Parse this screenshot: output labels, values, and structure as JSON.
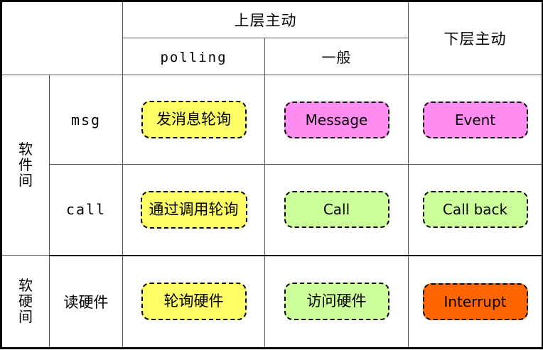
{
  "colors": {
    "header_blue": "#4a7ebb",
    "label_gray": "#b3b3b3",
    "yellow": "#ffff66",
    "pink": "#ff8cf0",
    "green": "#ccff99",
    "orange": "#ff6600",
    "border": "#000000"
  },
  "header": {
    "corner": "",
    "top_group": "上层主动",
    "right_group": "下层主动",
    "sub_columns": [
      "polling",
      "一般"
    ]
  },
  "row_groups": [
    {
      "group_label": "软件间",
      "group_label_chars": [
        "软",
        "件",
        "间"
      ],
      "rows": [
        {
          "row_label": "msg",
          "cells": [
            {
              "text": "发消息轮询",
              "color": "yellow",
              "script": "cjk"
            },
            {
              "text": "Message",
              "color": "pink",
              "script": "latin"
            },
            {
              "text": "Event",
              "color": "pink",
              "script": "latin"
            }
          ]
        },
        {
          "row_label": "call",
          "cells": [
            {
              "text": "通过调用轮询",
              "color": "yellow",
              "script": "cjk"
            },
            {
              "text": "Call",
              "color": "green",
              "script": "latin"
            },
            {
              "text": "Call back",
              "color": "green",
              "script": "latin"
            }
          ]
        }
      ]
    },
    {
      "group_label": "软硬间",
      "group_label_chars": [
        "软",
        "硬",
        "间"
      ],
      "rows": [
        {
          "row_label": "读硬件",
          "cells": [
            {
              "text": "轮询硬件",
              "color": "yellow",
              "script": "cjk"
            },
            {
              "text": "访问硬件",
              "color": "green",
              "script": "cjk"
            },
            {
              "text": "Interrupt",
              "color": "orange",
              "script": "latin"
            }
          ]
        }
      ]
    }
  ]
}
